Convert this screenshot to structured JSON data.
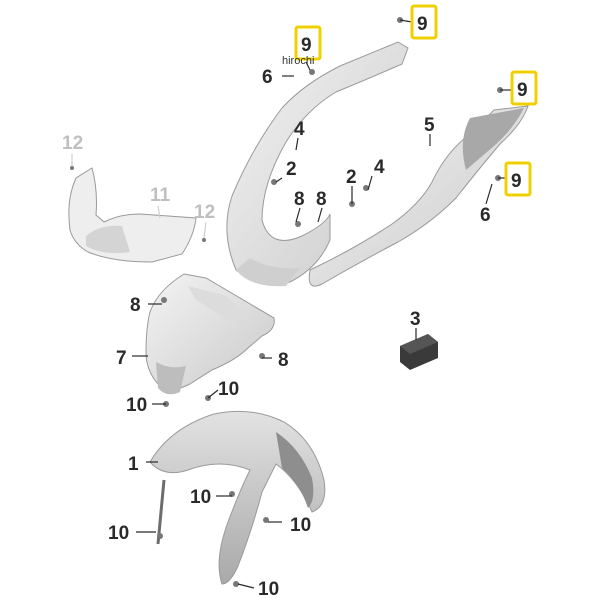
{
  "watermark": "hirochi",
  "labels": {
    "n1": "1",
    "n2a": "2",
    "n2b": "2",
    "n3": "3",
    "n4a": "4",
    "n4b": "4",
    "n5": "5",
    "n6a": "6",
    "n6b": "6",
    "n7": "7",
    "n8a": "8",
    "n8b": "8",
    "n8c": "8",
    "n8d": "8",
    "n9a": "9",
    "n9b": "9",
    "n9c": "9",
    "n9d": "9",
    "n10a": "10",
    "n10b": "10",
    "n10c": "10",
    "n10d": "10",
    "n10e": "10",
    "n10f": "10",
    "n11": "11",
    "n12a": "12",
    "n12b": "12"
  },
  "colors": {
    "highlight": "#f0d000",
    "part_light": "#e6e6e6",
    "part_mid": "#cfcfcf",
    "label": "#2a2a2a",
    "label_inactive": "#bfbfbf"
  }
}
